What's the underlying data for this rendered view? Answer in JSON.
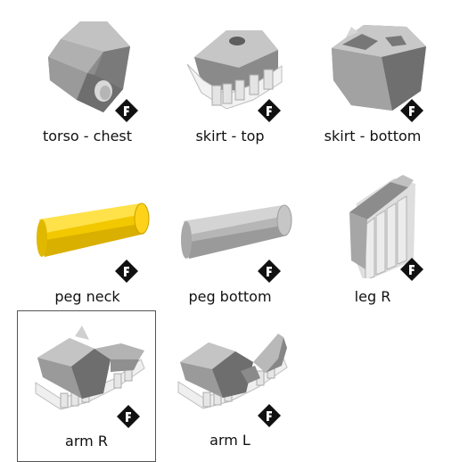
{
  "parts": [
    {
      "label": "torso - chest",
      "selected": false
    },
    {
      "label": "skirt - top",
      "selected": false
    },
    {
      "label": "skirt - bottom",
      "selected": false
    },
    {
      "label": "peg neck",
      "selected": false
    },
    {
      "label": "peg bottom",
      "selected": false
    },
    {
      "label": "leg R",
      "selected": false
    },
    {
      "label": "arm R",
      "selected": true
    },
    {
      "label": "arm L",
      "selected": false
    }
  ],
  "badge_icon": "app-badge-icon",
  "colors": {
    "peg_neck": "#f2c800",
    "part_gray": "#a8a8a8",
    "selection_border": "#555555"
  }
}
